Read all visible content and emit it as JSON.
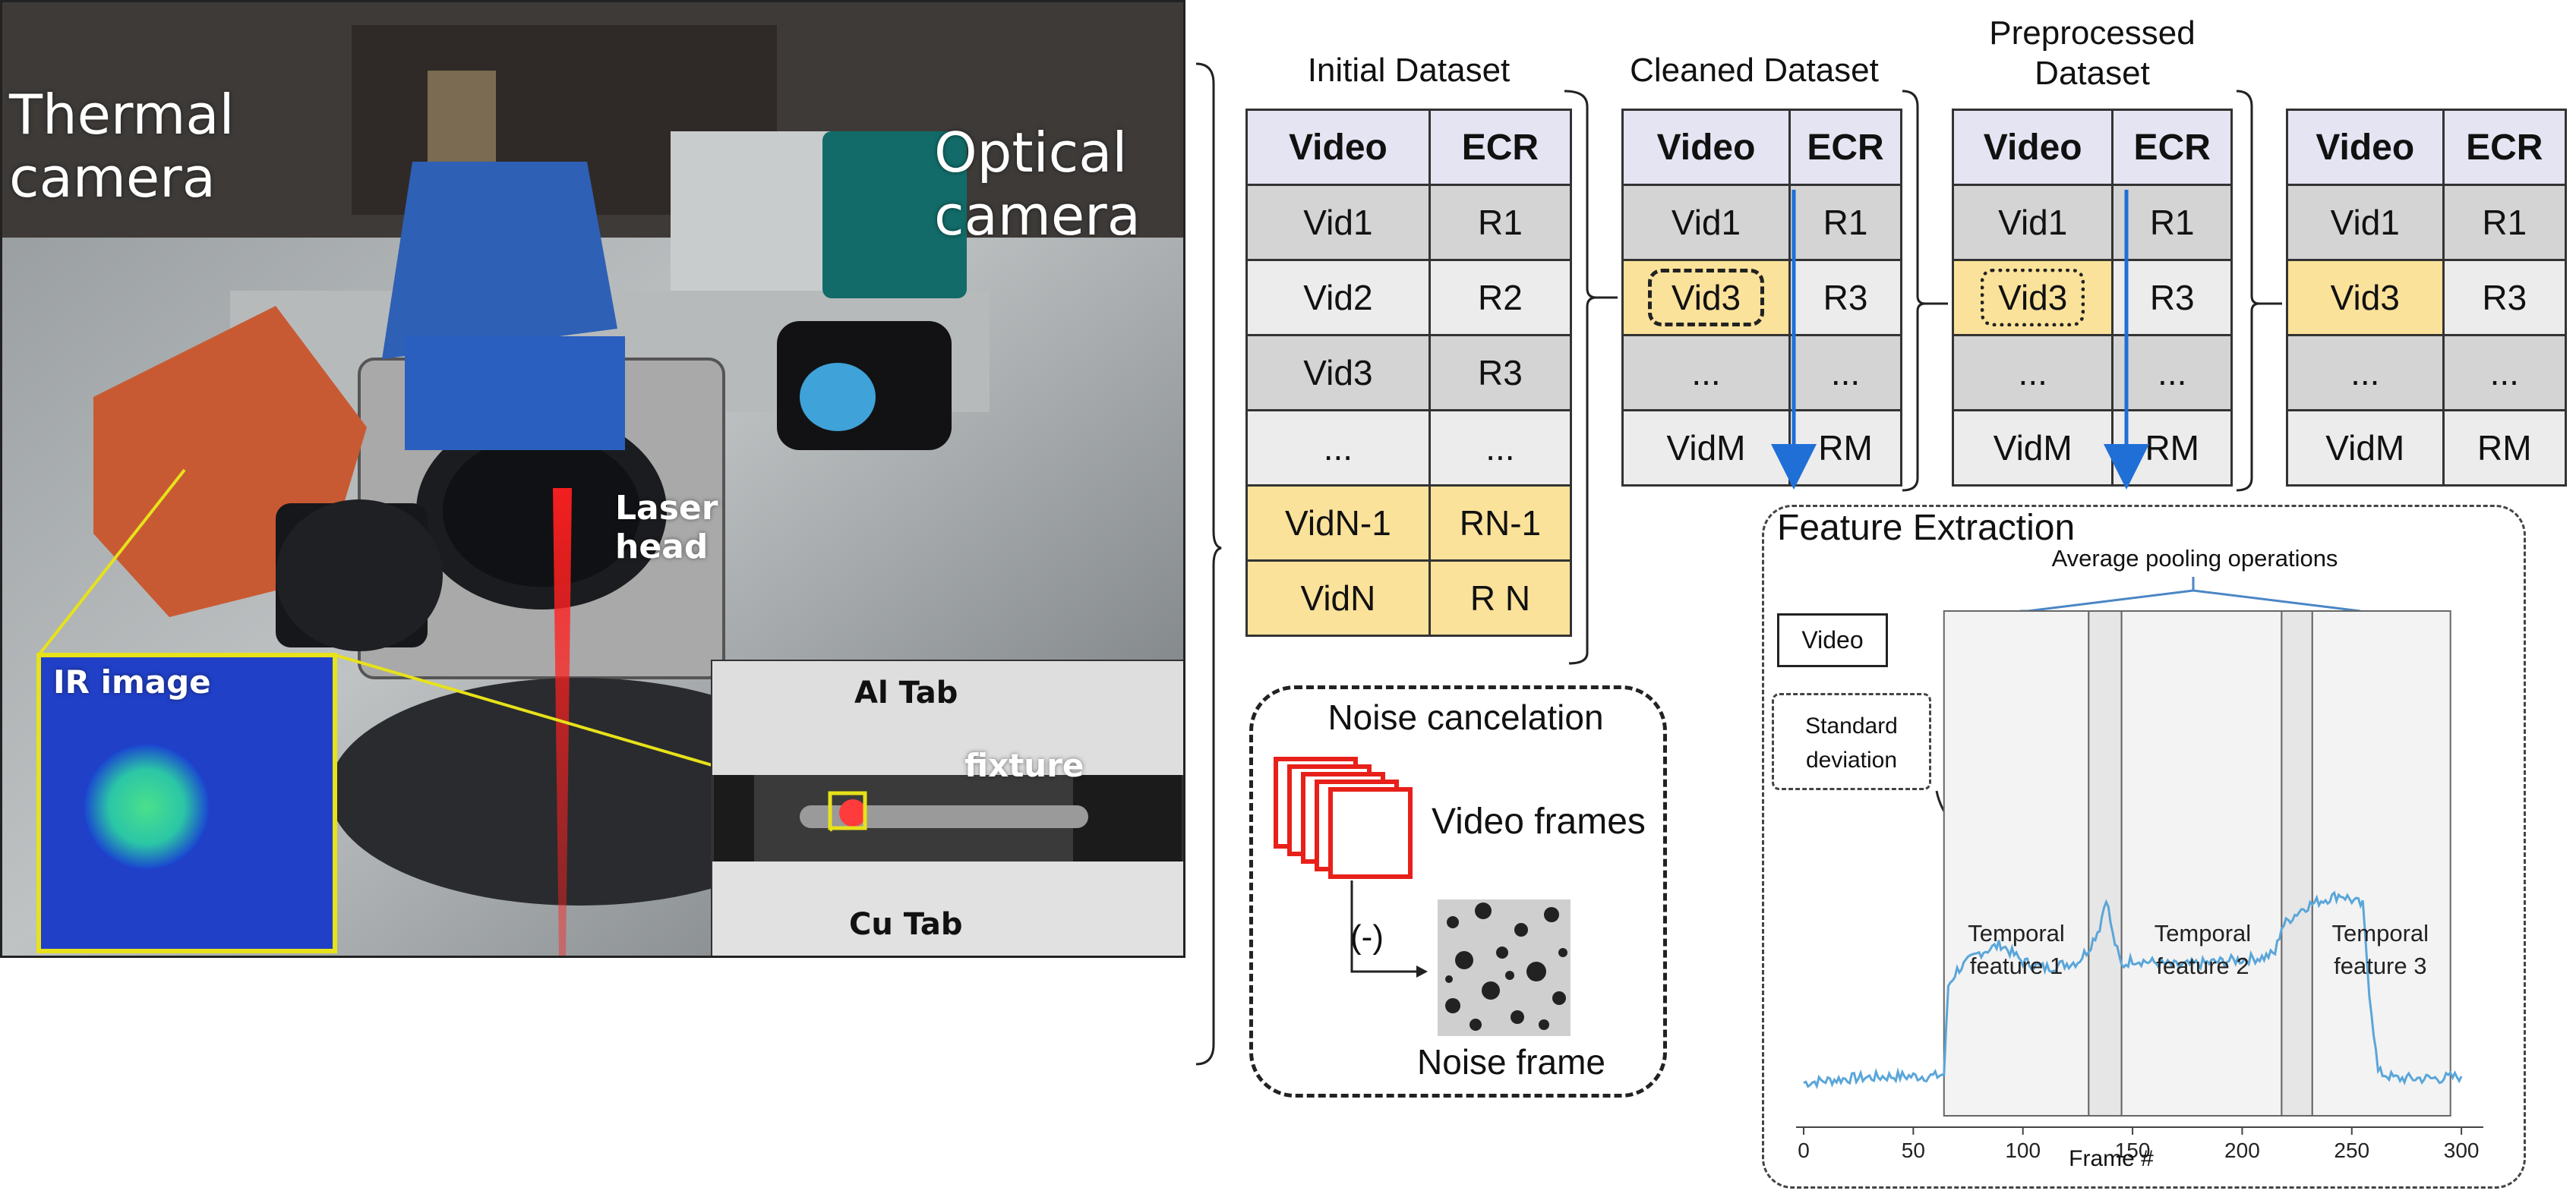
{
  "photo": {
    "labels": {
      "thermal_camera": "Thermal camera",
      "optical_camera": "Optical camera",
      "laser_head": "Laser head",
      "ir_image": "IR image",
      "al_tab": "Al Tab",
      "fixture": "fixture",
      "cu_tab": "Cu Tab"
    }
  },
  "datasets": {
    "initial": {
      "title": "Initial Dataset",
      "headers": [
        "Video",
        "ECR"
      ],
      "rows": [
        [
          "Vid1",
          "R1"
        ],
        [
          "Vid2",
          "R2"
        ],
        [
          "Vid3",
          "R3"
        ],
        [
          "...",
          "..."
        ],
        [
          "VidN-1",
          "RN-1"
        ],
        [
          "VidN",
          "R N"
        ]
      ]
    },
    "cleaned": {
      "title": "Cleaned Dataset",
      "headers": [
        "Video",
        "ECR"
      ],
      "rows": [
        [
          "Vid1",
          "R1"
        ],
        [
          "Vid3",
          "R3"
        ],
        [
          "...",
          "..."
        ],
        [
          "VidM",
          "RM"
        ]
      ]
    },
    "preprocessed": {
      "title_line1": "Preprocessed",
      "title_line2": "Dataset",
      "headers": [
        "Video",
        "ECR"
      ],
      "rows": [
        [
          "Vid1",
          "R1"
        ],
        [
          "Vid3",
          "R3"
        ],
        [
          "...",
          "..."
        ],
        [
          "VidM",
          "RM"
        ]
      ]
    },
    "final": {
      "headers": [
        "Video",
        "ECR"
      ],
      "rows": [
        [
          "Vid1",
          "R1"
        ],
        [
          "Vid3",
          "R3"
        ],
        [
          "...",
          "..."
        ],
        [
          "VidM",
          "RM"
        ]
      ]
    }
  },
  "noise": {
    "title": "Noise cancelation",
    "video_frames": "Video frames",
    "minus": "(-)",
    "noise_frame": "Noise frame"
  },
  "feature": {
    "title": "Feature Extraction",
    "pooling": "Average pooling operations",
    "video": "Video",
    "std_line1": "Standard",
    "std_line2": "deviation",
    "segments": [
      {
        "line1": "Temporal",
        "line2": "feature 1"
      },
      {
        "line1": "Temporal",
        "line2": "feature 2"
      },
      {
        "line1": "Temporal",
        "line2": "feature 3"
      }
    ],
    "xlabel": "Frame #"
  },
  "chart_data": {
    "type": "line",
    "xlabel": "Frame #",
    "xlim": [
      0,
      310
    ],
    "xticks": [
      "0",
      "50",
      "100",
      "150",
      "200",
      "250",
      "300"
    ],
    "x": [
      0,
      20,
      40,
      60,
      64,
      66,
      70,
      80,
      90,
      100,
      110,
      120,
      125,
      130,
      135,
      138,
      141,
      145,
      150,
      170,
      190,
      210,
      215,
      218,
      222,
      228,
      235,
      245,
      255,
      258,
      262,
      270,
      290,
      300
    ],
    "y": [
      0.1,
      0.12,
      0.13,
      0.13,
      0.14,
      0.55,
      0.62,
      0.7,
      0.74,
      0.66,
      0.63,
      0.65,
      0.66,
      0.72,
      0.82,
      0.96,
      0.78,
      0.64,
      0.67,
      0.64,
      0.66,
      0.68,
      0.7,
      0.82,
      0.86,
      0.91,
      0.94,
      0.97,
      0.92,
      0.52,
      0.15,
      0.12,
      0.12,
      0.13
    ]
  }
}
